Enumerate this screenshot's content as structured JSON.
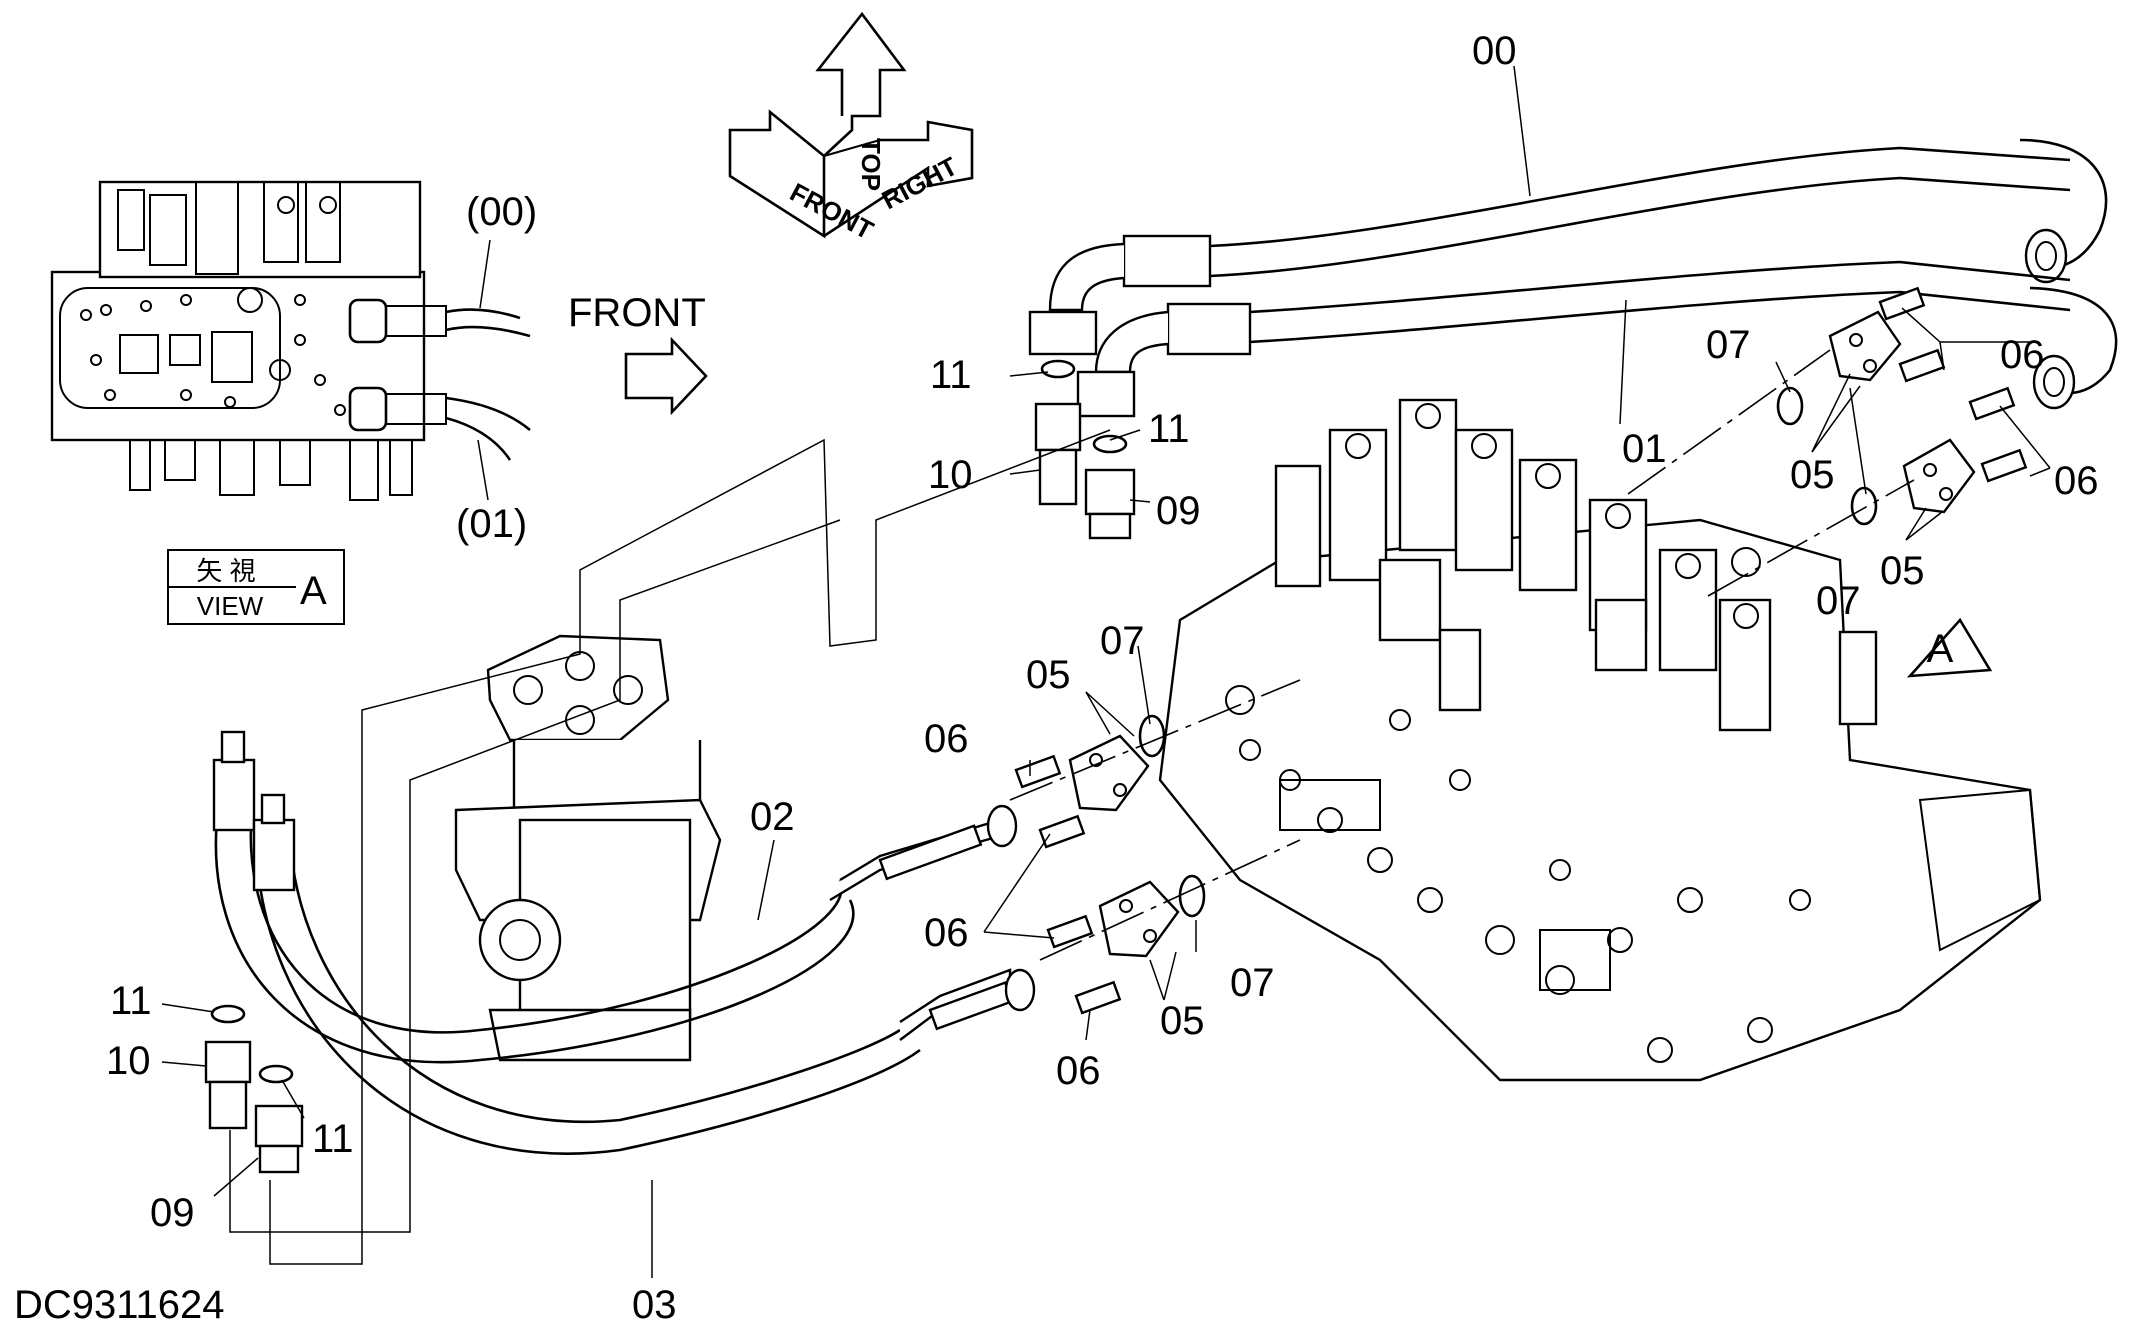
{
  "drawing_id": "DC9311624",
  "view": {
    "jp": "矢 視",
    "en": "VIEW",
    "letter": "A",
    "label_00": "(00)",
    "label_01": "(01)",
    "front_label": "FRONT"
  },
  "orientation": {
    "top": "TOP",
    "front": "FRONT",
    "right": "RIGHT"
  },
  "view_marker": "A",
  "part_numbers": {
    "p00": "00",
    "p01": "01",
    "p02": "02",
    "p03": "03",
    "p05": "05",
    "p06": "06",
    "p07": "07",
    "p09": "09",
    "p10": "10",
    "p11": "11"
  }
}
